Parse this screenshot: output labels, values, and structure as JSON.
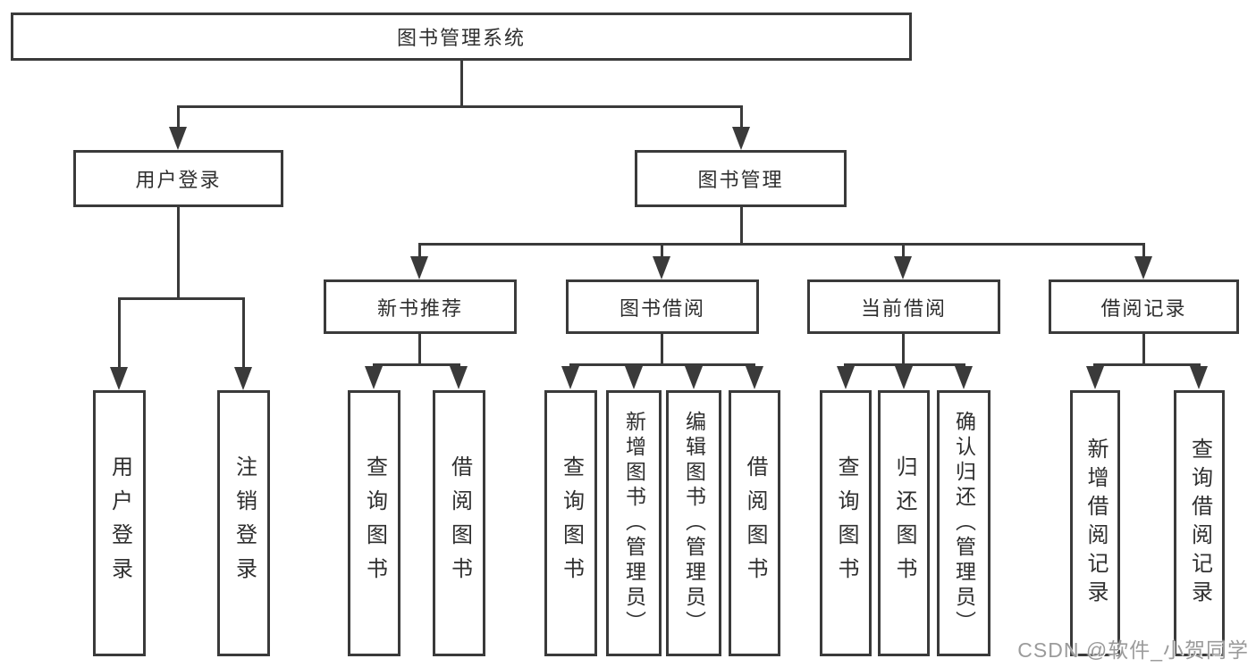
{
  "tree": {
    "label": "图书管理系统",
    "children": [
      {
        "label": "用户登录",
        "children": [
          {
            "label": "用户登录"
          },
          {
            "label": "注销登录"
          }
        ]
      },
      {
        "label": "图书管理",
        "children": [
          {
            "label": "新书推荐",
            "children": [
              {
                "label": "查询图书"
              },
              {
                "label": "借阅图书"
              }
            ]
          },
          {
            "label": "图书借阅",
            "children": [
              {
                "label": "查询图书"
              },
              {
                "label": "新增图书（管理员）"
              },
              {
                "label": "编辑图书（管理员）"
              },
              {
                "label": "借阅图书"
              }
            ]
          },
          {
            "label": "当前借阅",
            "children": [
              {
                "label": "查询图书"
              },
              {
                "label": "归还图书"
              },
              {
                "label": "确认归还（管理员）"
              }
            ]
          },
          {
            "label": "借阅记录",
            "children": [
              {
                "label": "新增借阅记录"
              },
              {
                "label": "查询借阅记录"
              }
            ]
          }
        ]
      }
    ]
  },
  "watermark": {
    "text": "CSDN @软件_小贺同学"
  },
  "colors": {
    "line": "#3a3a3a",
    "text": "#2f2f2f",
    "watermark": "#9b9b9b"
  }
}
